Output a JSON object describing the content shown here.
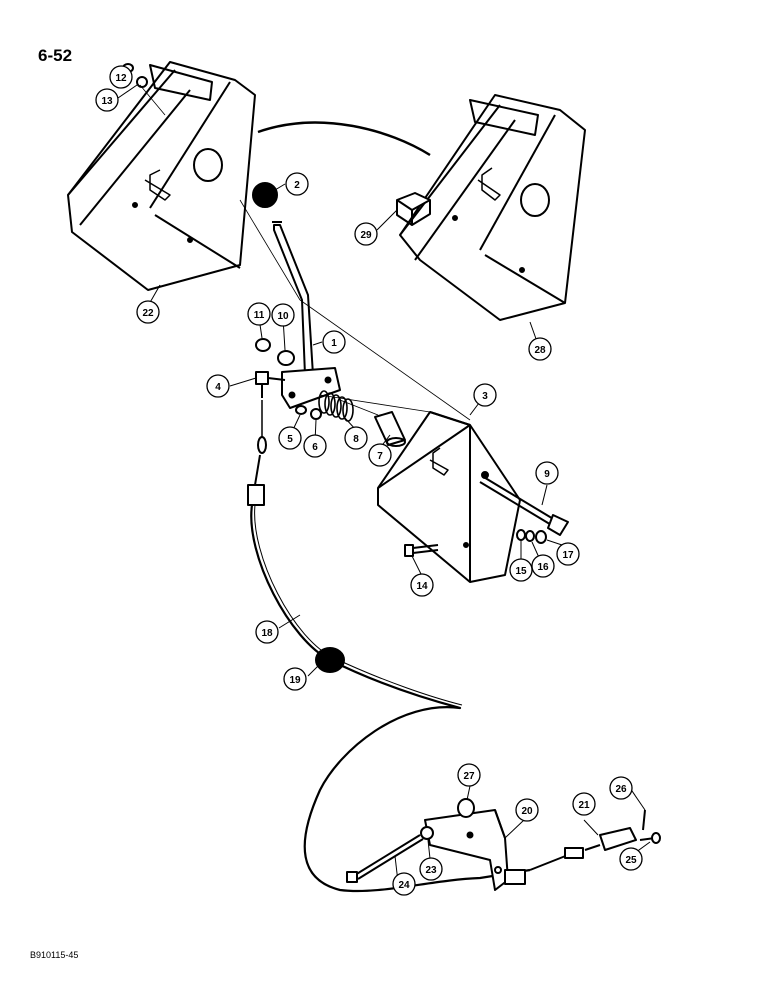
{
  "page_number": "6-52",
  "figure_code": "B910115-45",
  "callouts": [
    "1",
    "2",
    "3",
    "4",
    "5",
    "6",
    "7",
    "8",
    "9",
    "10",
    "11",
    "12",
    "13",
    "14",
    "15",
    "16",
    "17",
    "18",
    "19",
    "20",
    "21",
    "22",
    "23",
    "24",
    "25",
    "26",
    "27",
    "28",
    "29"
  ]
}
